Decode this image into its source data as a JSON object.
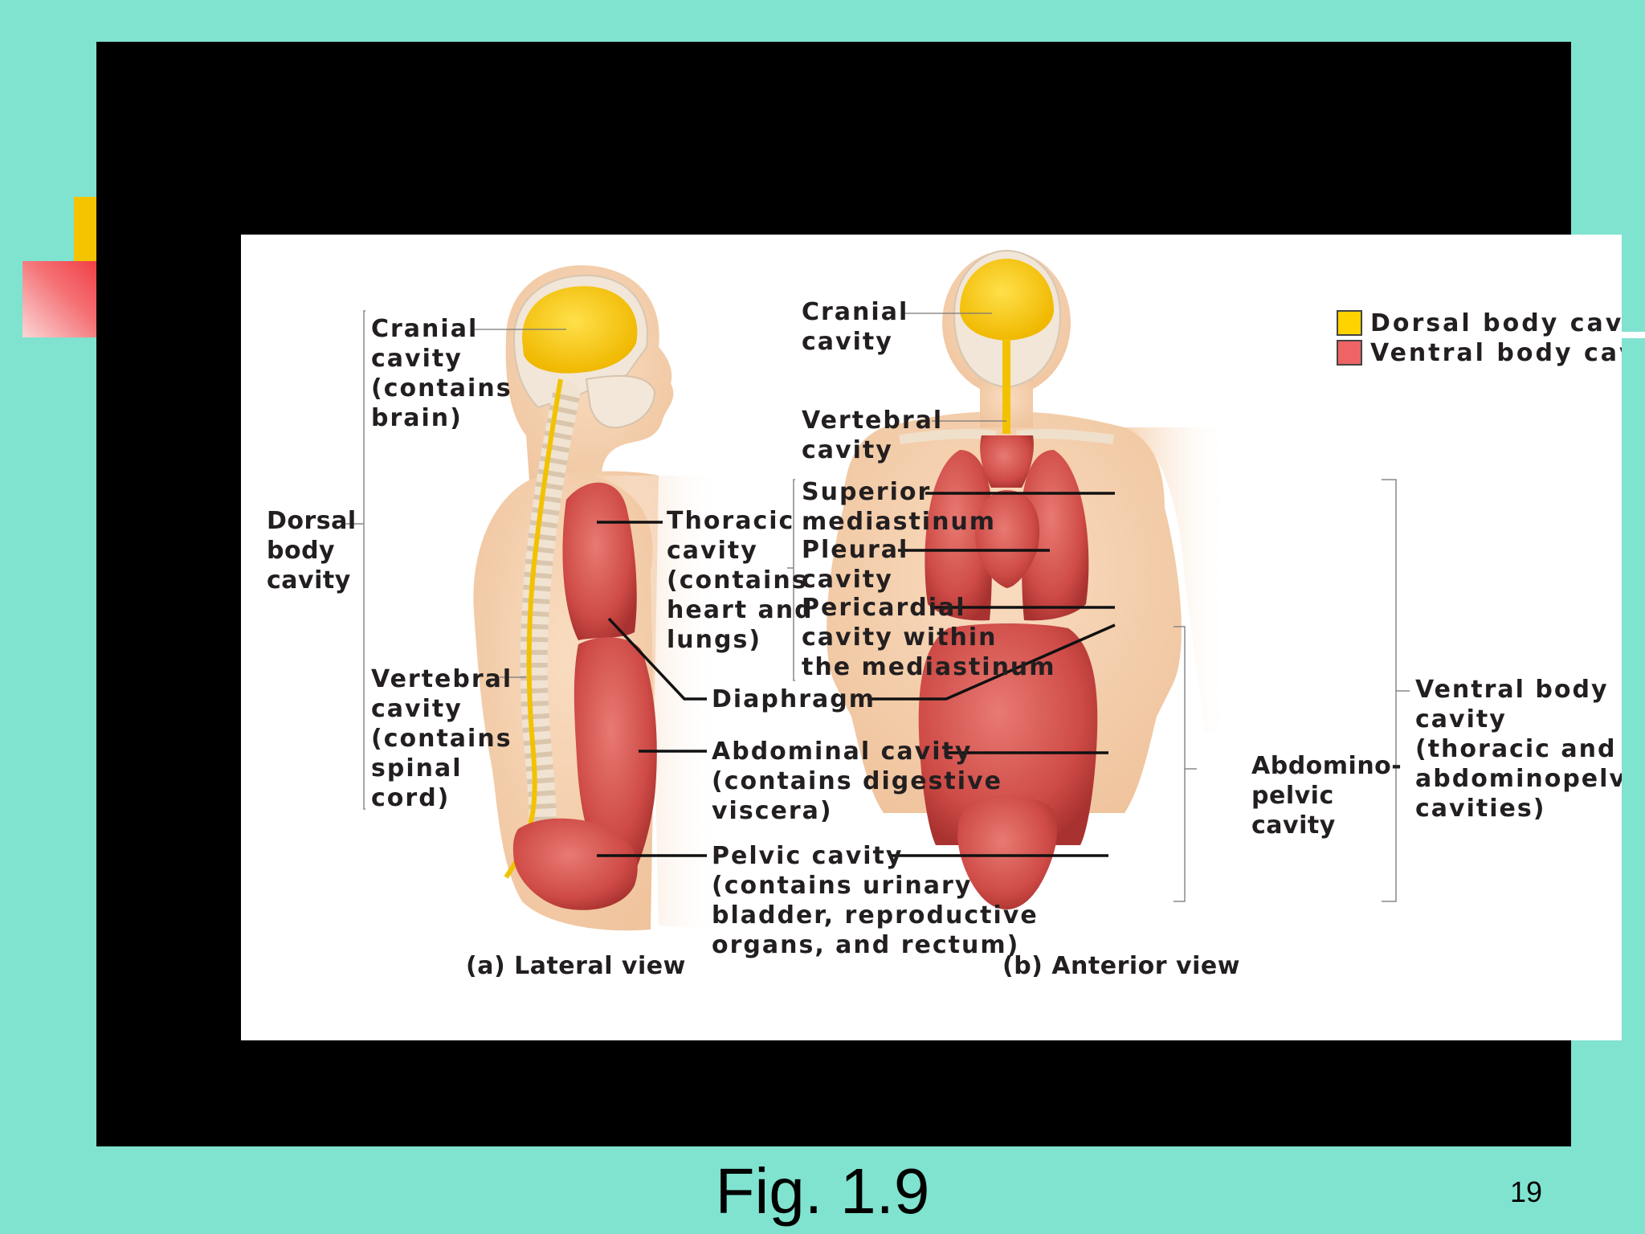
{
  "figure": {
    "left_labels": {
      "cranial_cavity": "Cranial\ncavity\n(contains\nbrain)",
      "dorsal_body_cavity": "Dorsal\nbody\ncavity",
      "vertebral_cavity": "Vertebral\ncavity\n(contains\nspinal\ncord)"
    },
    "center_labels": {
      "thoracic_cavity": "Thoracic\ncavity\n(contains\nheart and\nlungs)",
      "diaphragm": "Diaphragm",
      "abdominal_cavity": "Abdominal cavity\n(contains digestive\nviscera)",
      "pelvic_cavity": "Pelvic cavity\n(contains urinary\nbladder, reproductive\norgans, and rectum)"
    },
    "anterior_labels": {
      "cranial_cavity": "Cranial\ncavity",
      "vertebral_cavity": "Vertebral\ncavity",
      "superior_mediastinum": "Superior\nmediastinum",
      "pleural_cavity": "Pleural\ncavity",
      "pericardial_cavity": "Pericardial\ncavity within\nthe mediastinum"
    },
    "right_labels": {
      "abdominopelvic_cavity": "Abdomino-\npelvic\ncavity",
      "ventral_body_cavity": "Ventral body\ncavity\n(thoracic and\nabdominopelvic\ncavities)"
    },
    "views": {
      "lateral": "(a) Lateral view",
      "anterior": "(b) Anterior view"
    },
    "legend": [
      {
        "label": "Dorsal body cavity",
        "color": "#ffd200"
      },
      {
        "label": "Ventral body cavity",
        "color": "#ee6464"
      }
    ]
  },
  "caption": "Fig. 1.9",
  "page_number": "19"
}
